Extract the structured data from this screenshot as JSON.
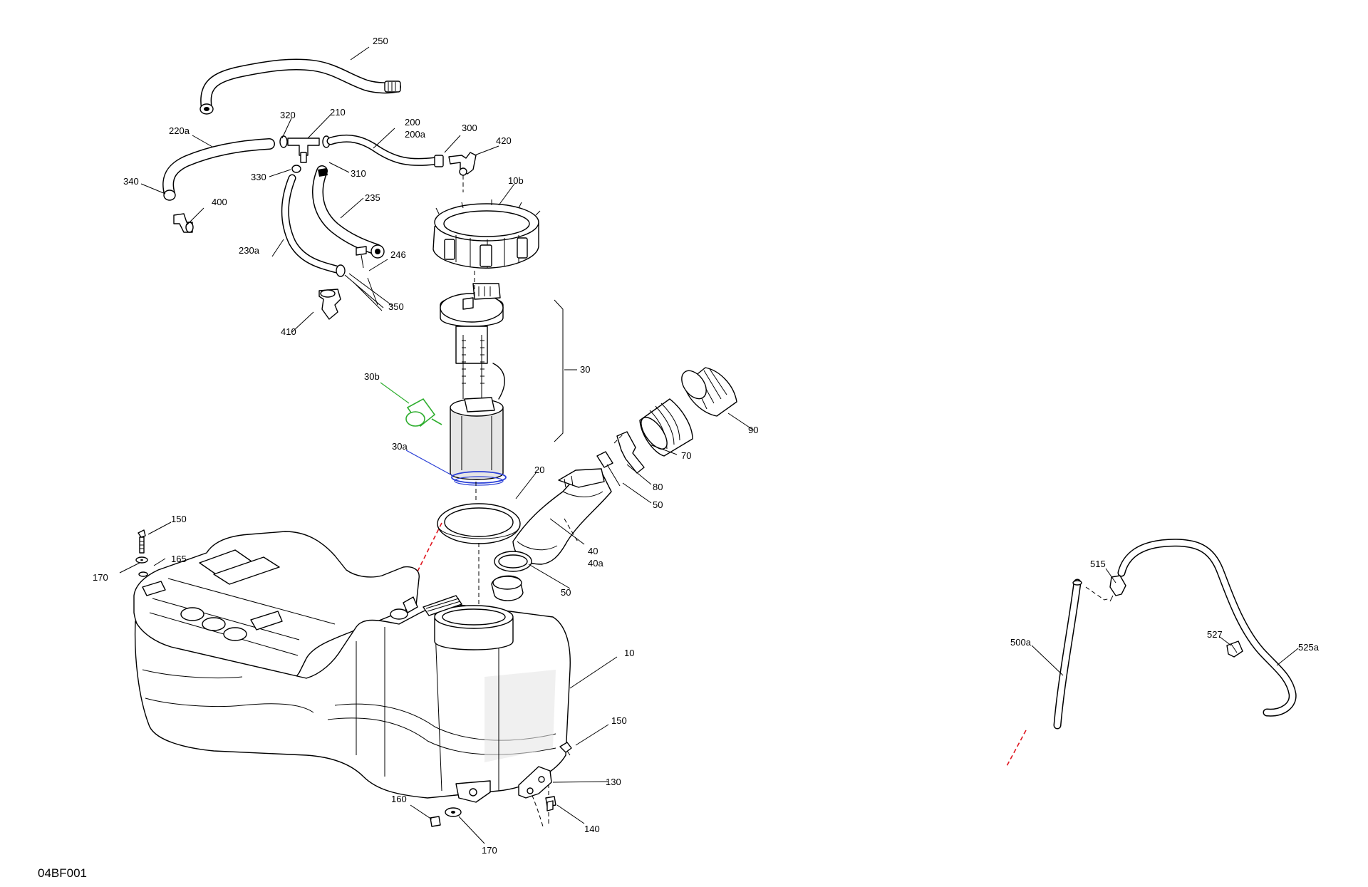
{
  "figure_code": "04BF001",
  "callouts": {
    "c250": "250",
    "c220a": "220a",
    "c320": "320",
    "c210": "210",
    "c200": "200",
    "c200a": "200a",
    "c300": "300",
    "c420": "420",
    "c340": "340",
    "c330": "330",
    "c310": "310",
    "c400": "400",
    "c235": "235",
    "c10b": "10b",
    "c230a": "230a",
    "c246": "246",
    "c350": "350",
    "c410": "410",
    "c30": "30",
    "c30b": "30b",
    "c30a": "30a",
    "c90": "90",
    "c70": "70",
    "c80": "80",
    "c20": "20",
    "c50a": "50",
    "c40": "40",
    "c40a": "40a",
    "c50b": "50",
    "c150a": "150",
    "c165": "165",
    "c170a": "170",
    "c10": "10",
    "c150b": "150",
    "c130": "130",
    "c160": "160",
    "c140": "140",
    "c170b": "170",
    "c515": "515",
    "c500a": "500a",
    "c527": "527",
    "c525a": "525a"
  },
  "colors": {
    "highlight_green": "#2fae2f",
    "highlight_blue": "#2a3fd6",
    "assembly_red": "#e0141e"
  }
}
